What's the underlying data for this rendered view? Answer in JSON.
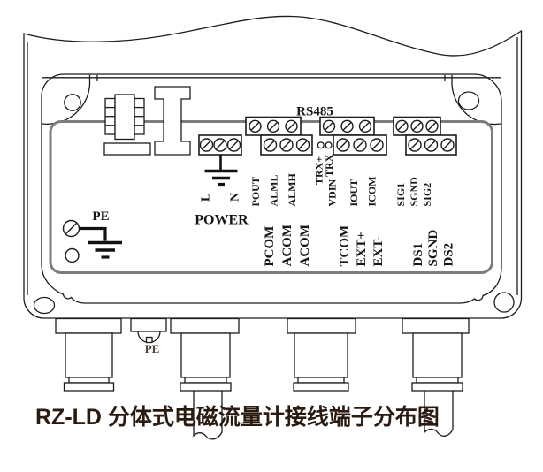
{
  "diagram": {
    "title": "RZ-LD 分体式电磁流量计接线端子分布图",
    "bus_label": "RS485",
    "power_label": "POWER",
    "pe_label": "PE",
    "pe_gland_label": "PE",
    "power_terminals": [
      "L",
      "N"
    ],
    "upper_terminals": [
      "POUT",
      "ALML",
      "ALMH",
      "TRX+",
      "TRX",
      "VDIN",
      "IOUT",
      "ICOM",
      "SIG1",
      "SGND",
      "SIG2"
    ],
    "lower_terminals": [
      "PCOM",
      "ACOM",
      "ACOM",
      "TCOM",
      "EXT+",
      "EXT-",
      "DS1",
      "SGND",
      "DS2"
    ],
    "colors": {
      "line": "#1c1c1c",
      "panel_border": "#7d7d7d",
      "title_text": "#2b1a10",
      "pe_gland_text": "#4e4238",
      "background": "#ffffff"
    }
  }
}
